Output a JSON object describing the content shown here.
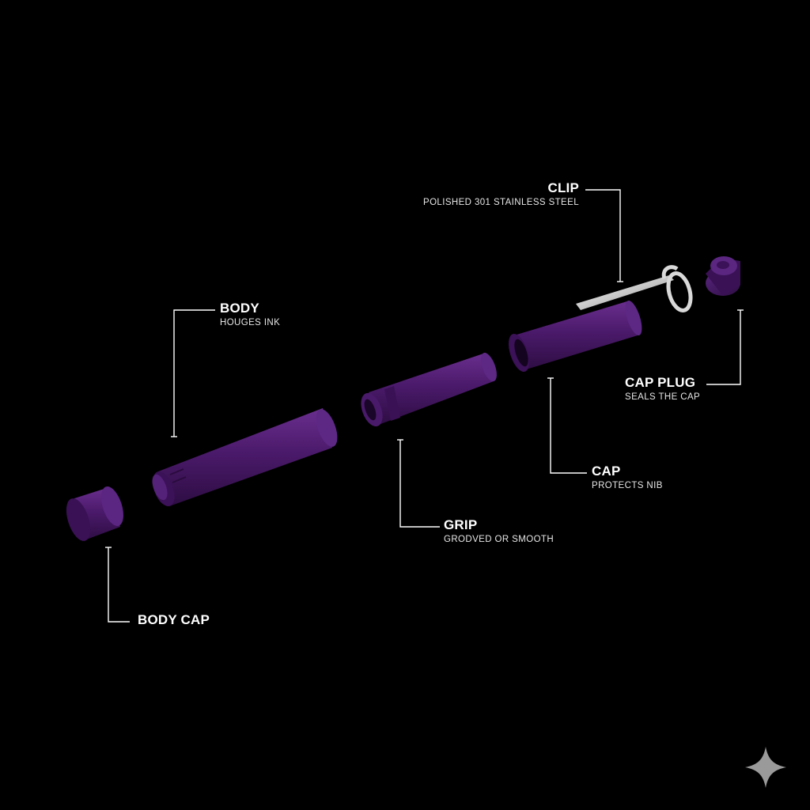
{
  "colors": {
    "background": "#000000",
    "part_purple": "#4b1a6b",
    "part_highlight": "#6a2e8e",
    "part_shadow": "#2d0d42",
    "leader_line": "#ffffff",
    "clip_metal": "#d9d9d9"
  },
  "labels": {
    "clip": {
      "title": "CLIP",
      "desc": "POLISHED 301 STAINLESS STEEL"
    },
    "body": {
      "title": "BODY",
      "desc": "HOUGES INK"
    },
    "cap_plug": {
      "title": "CAP PLUG",
      "desc": "SEALS THE CAP"
    },
    "cap": {
      "title": "CAP",
      "desc": "PROTECTS NIB"
    },
    "grip": {
      "title": "GRIP",
      "desc": "GRODVED OR SMOOTH"
    },
    "body_cap": {
      "title": "BODY CAP"
    }
  },
  "icons": {
    "corner": "sparkle-icon"
  }
}
